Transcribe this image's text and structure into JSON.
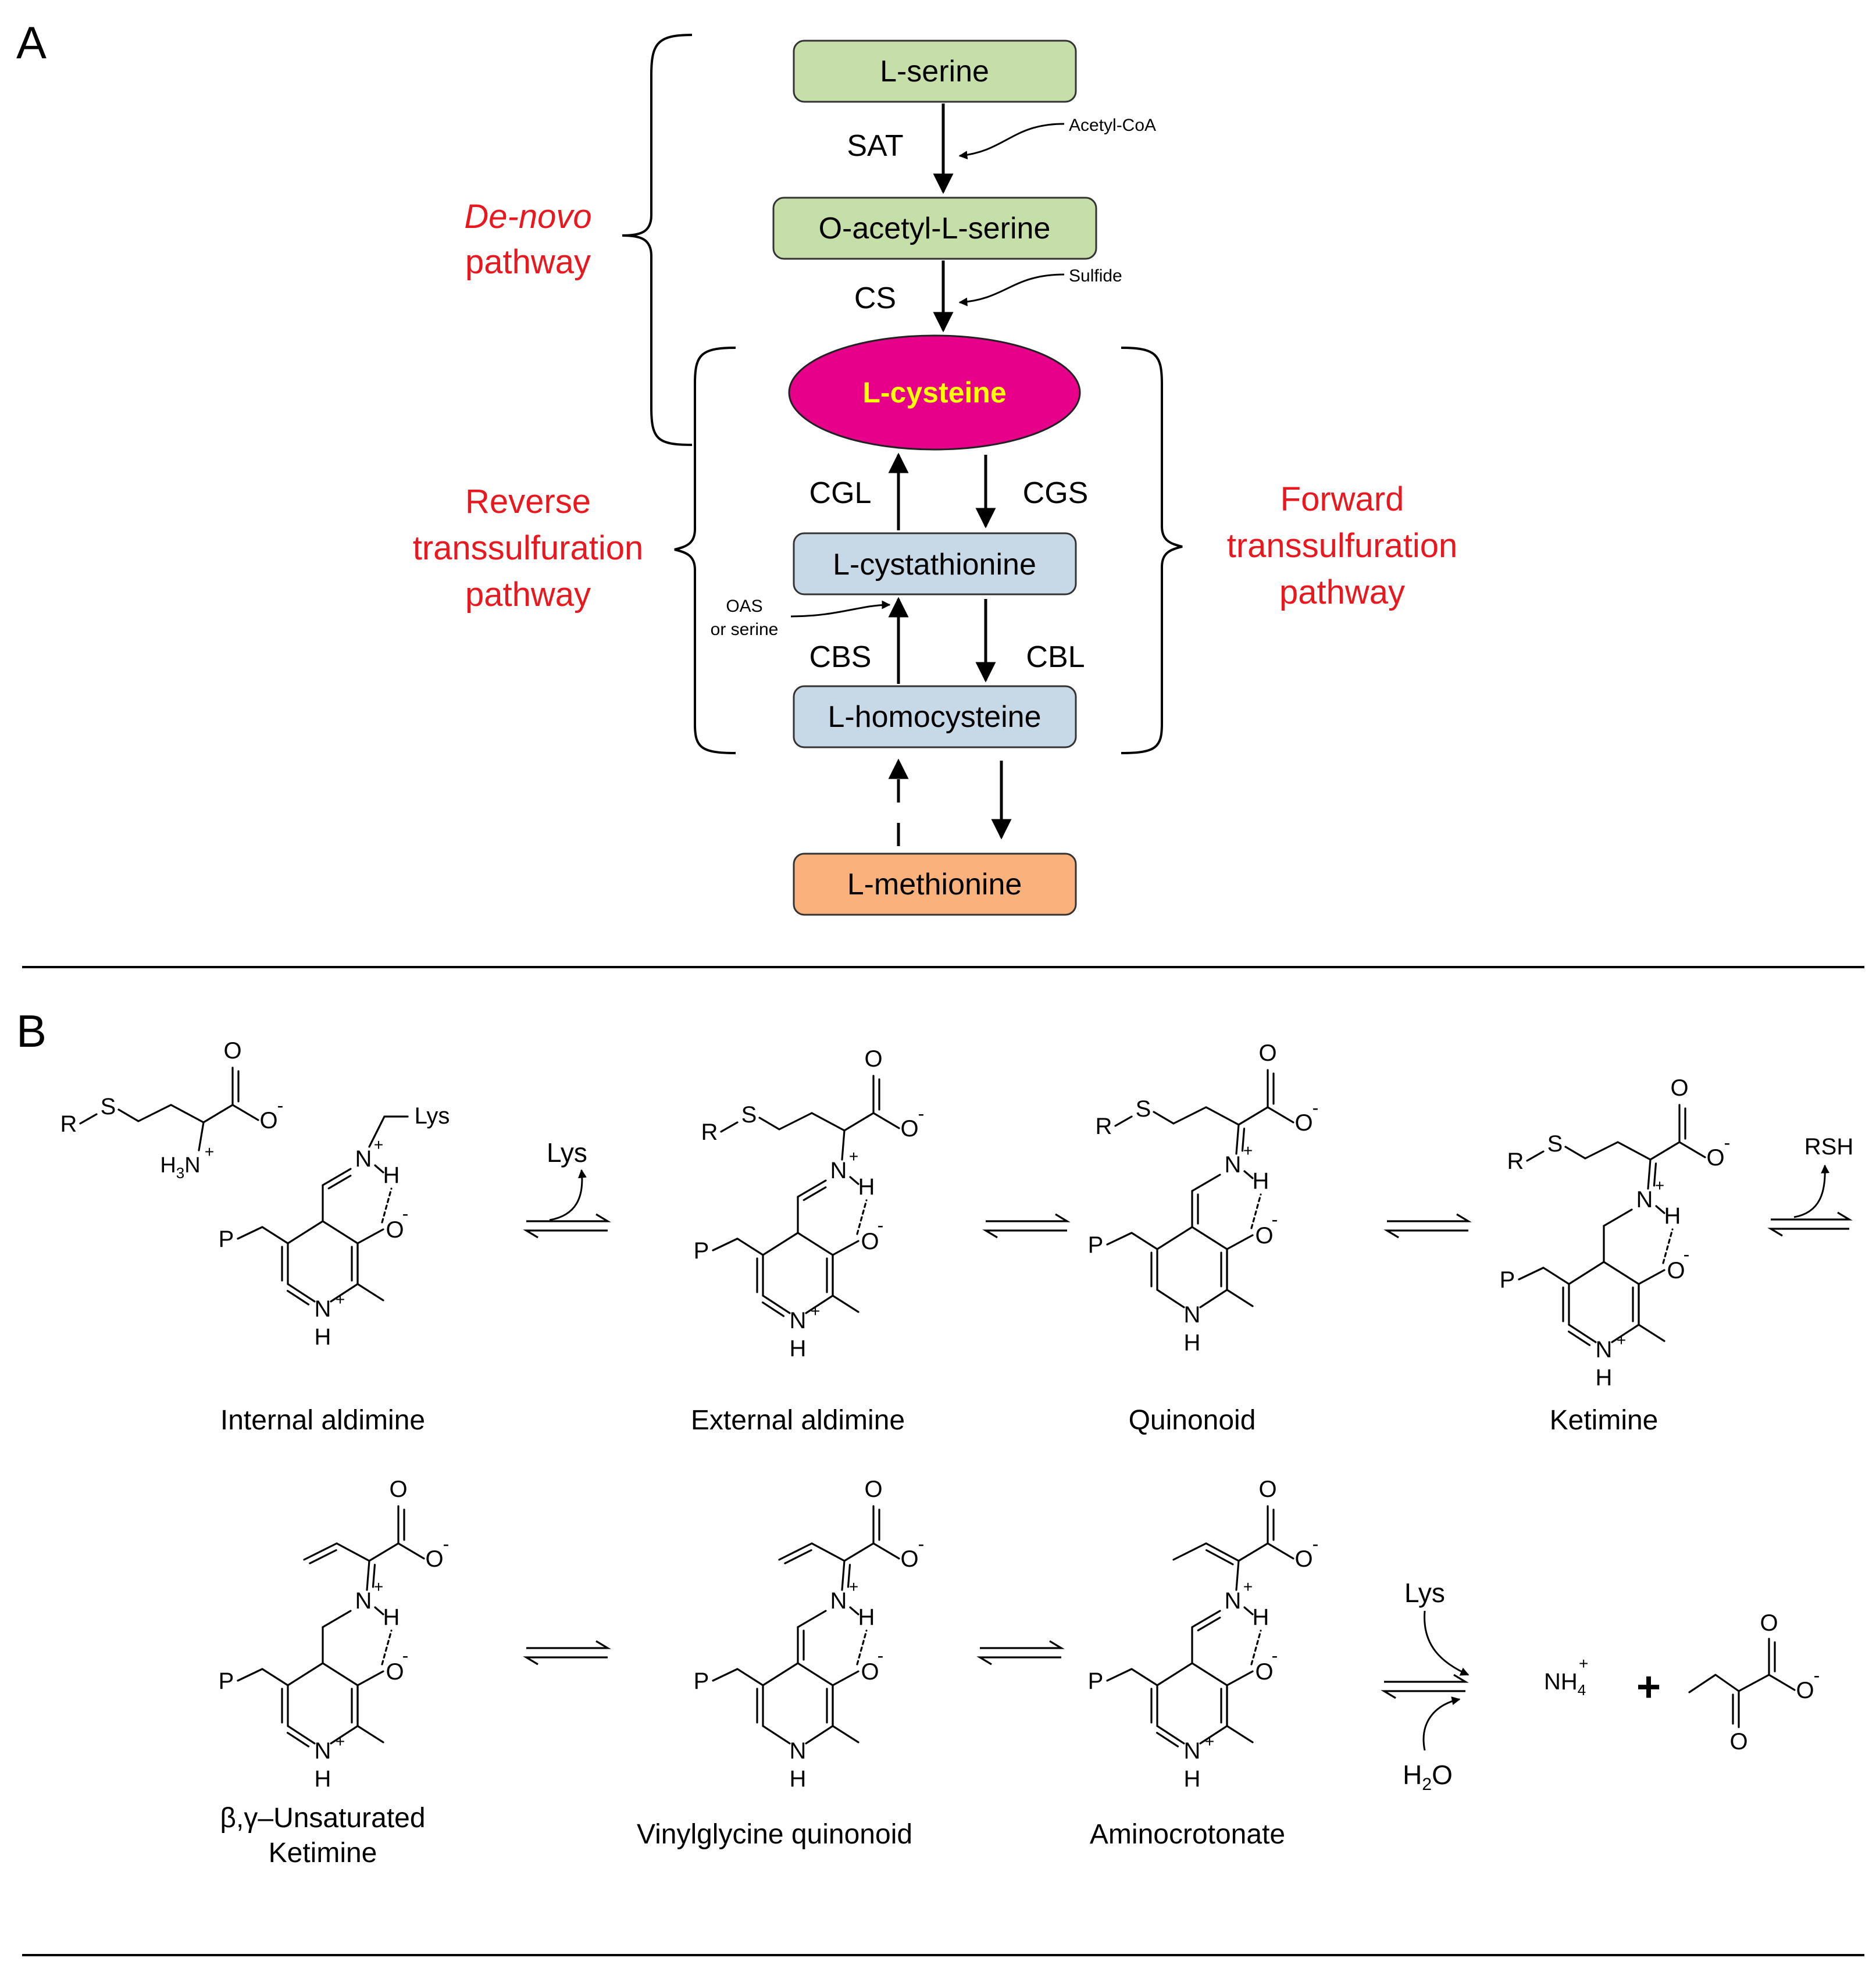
{
  "panel_a": {
    "label": "A",
    "nodes": {
      "serine": "L-serine",
      "oacetylserine": "O-acetyl-L-serine",
      "cysteine": "L-cysteine",
      "cystathionine": "L-cystathionine",
      "homocysteine": "L-homocysteine",
      "methionine": "L-methionine"
    },
    "enzymes": {
      "sat": "SAT",
      "cs": "CS",
      "cgl": "CGL",
      "cgs": "CGS",
      "cbs": "CBS",
      "cbl": "CBL"
    },
    "cofactors": {
      "acetylcoa": "Acetyl-CoA",
      "sulfide": "Sulfide",
      "oas_line1": "OAS",
      "oas_line2": "or serine"
    },
    "pathways": {
      "denovo_line1": "De-novo",
      "denovo_line2": "pathway",
      "reverse_line1": "Reverse",
      "reverse_line2": "transsulfuration",
      "reverse_line3": "pathway",
      "forward_line1": "Forward",
      "forward_line2": "transsulfuration",
      "forward_line3": "pathway"
    },
    "colors": {
      "serine_fill": "#c6dfa8",
      "homocysteine_fill": "#c7d8e6",
      "methionine_fill": "#f9b27c",
      "cysteine_fill": "#e6008a",
      "cysteine_text": "#ffff00",
      "pathway_text": "#e8181e"
    }
  },
  "panel_b": {
    "label": "B",
    "structures": {
      "internal_aldimine": "Internal aldimine",
      "external_aldimine": "External aldimine",
      "quinonoid": "Quinonoid",
      "ketimine": "Ketimine",
      "unsat_ketimine_line1": "β,γ–Unsaturated",
      "unsat_ketimine_line2": "Ketimine",
      "vinylglycine_quinonoid": "Vinylglycine quinonoid",
      "aminocrotonate": "Aminocrotonate"
    },
    "reagents": {
      "lys": "Lys",
      "rsh": "RSH",
      "water": "H",
      "water_sub": "2",
      "water_o": "O",
      "ammonium": "NH",
      "ammonium_sub": "4",
      "ammonium_sup": "+",
      "plus": "+"
    },
    "atoms": {
      "r": "R",
      "s": "S",
      "o": "O",
      "n": "N",
      "h": "H",
      "p": "P",
      "lys": "Lys",
      "h3n": "H",
      "three": "3",
      "plus": "+",
      "minus": "-"
    }
  }
}
